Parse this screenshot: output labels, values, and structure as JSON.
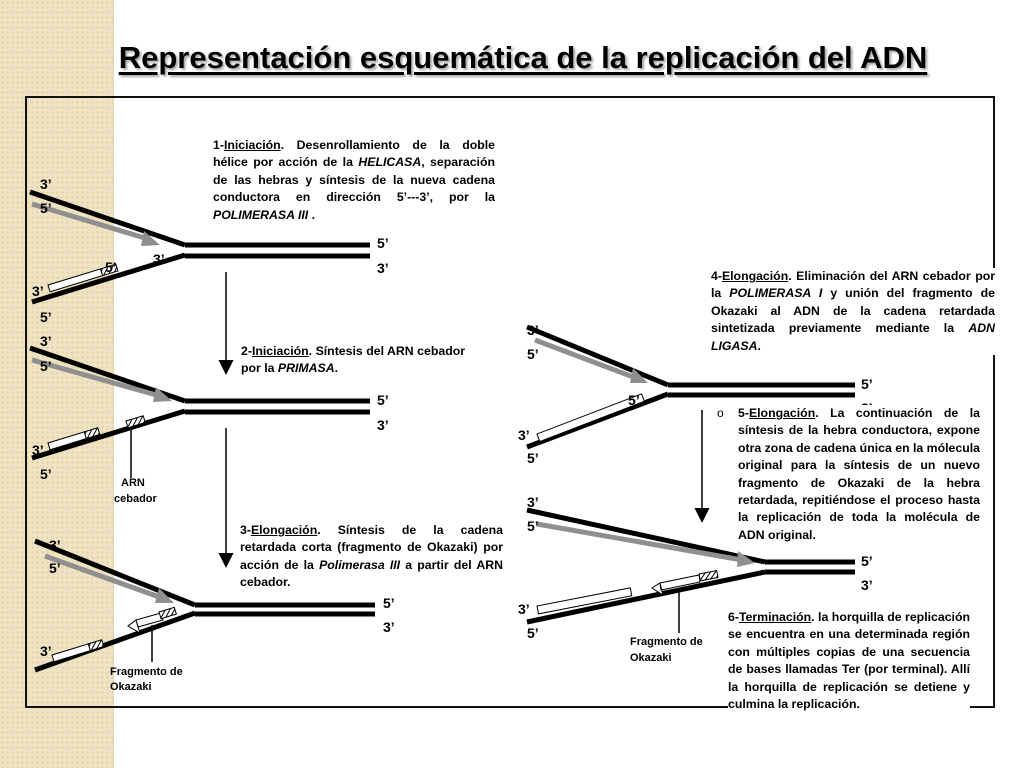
{
  "title": "Representación esquemática de la replicación del ADN",
  "steps": [
    {
      "number": "1-",
      "name": "Iniciación",
      "pieces": [
        ". Desenrollamiento de la doble hélice por acción de la ",
        "HELICASA",
        ", separación de las hebras y síntesis de la nueva cadena conductora en dirección 5’---3’, por la ",
        "POLIMERASA III",
        " ."
      ]
    },
    {
      "number": "2-",
      "name": "Iniciación",
      "pieces": [
        ". Síntesis del ARN cebador por la ",
        "PRIMASA",
        "."
      ]
    },
    {
      "number": "3-",
      "name": "Elongación",
      "pieces": [
        ". Síntesis de la cadena retardada corta (fragmento de Okazaki) por acción de la ",
        "Polimerasa III",
        " a partir del ARN cebador."
      ]
    },
    {
      "number": "4-",
      "name": "Elongación",
      "pieces": [
        ". Eliminación del ARN cebador por la ",
        "POLIMERASA I",
        " y unión del fragmento de Okazaki al ADN de la cadena retardada sintetizada previamente mediante la ",
        "ADN LIGASA",
        "."
      ]
    },
    {
      "number": "5-",
      "name": "Elongación",
      "bullet": "o",
      "pieces": [
        ". La continuación de la síntesis de la hebra conductora, expone otra zona de cadena única en la mólecula original para la síntesis de un nuevo fragmento de Okazaki de la hebra retardada, repitiéndose el proceso hasta la replicación de toda la molécula de ADN original."
      ]
    },
    {
      "number": "6-",
      "name": "Terminación",
      "pieces": [
        ". la horquilla de replicación se encuentra en una determinada región con múltiples copias de una secuencia de bases llamadas Ter (por terminal). Allí la horquilla de replicación se detiene y culmina la replicación."
      ]
    }
  ],
  "strand_labels": {
    "three": "3’",
    "five": "5’"
  },
  "annotations": {
    "arn_cebador_line1": "ARN",
    "arn_cebador_line2": "cebador",
    "okazaki_line1": "Fragmento de",
    "okazaki_line2": "Okazaki"
  },
  "colors": {
    "strand": "#000000",
    "leading_strand": "#8f8f8f",
    "primer_hatch": "#000000",
    "side_strip": "#efe3c3"
  }
}
